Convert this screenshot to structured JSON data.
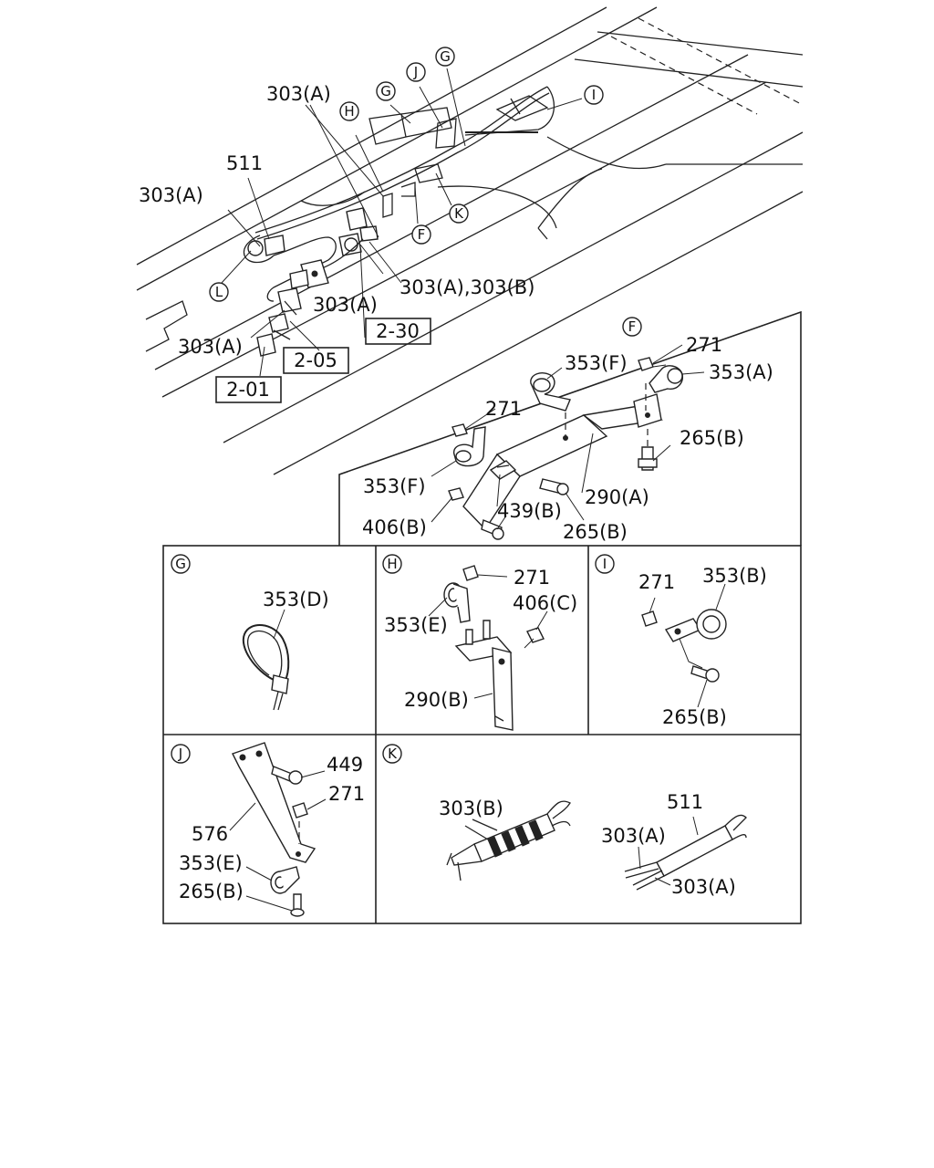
{
  "main": {
    "labels": {
      "n303a_top": "303(A)",
      "n511": "511",
      "n303a_left": "303(A)",
      "n303a_mid": "303(A)",
      "n303a_303b": "303(A),303(B)",
      "n303a_bottom": "303(A)"
    },
    "callouts": {
      "G": "G",
      "J": "J",
      "G2": "G",
      "I": "I",
      "H": "H",
      "K": "K",
      "F": "F",
      "L": "L"
    },
    "refs": {
      "r230": "2-30",
      "r205": "2-05",
      "r201": "2-01"
    }
  },
  "panel_f": {
    "tag": "F",
    "labels": {
      "n271_top": "271",
      "n353a": "353(A)",
      "n353f_top": "353(F)",
      "n271_mid": "271",
      "n265b_right": "265(B)",
      "n353f_left": "353(F)",
      "n290a": "290(A)",
      "n439b": "439(B)",
      "n406b": "406(B)",
      "n265b_bottom": "265(B)"
    }
  },
  "panel_g": {
    "tag": "G",
    "labels": {
      "n353d": "353(D)"
    }
  },
  "panel_h": {
    "tag": "H",
    "labels": {
      "n271": "271",
      "n406c": "406(C)",
      "n353e": "353(E)",
      "n290b": "290(B)"
    }
  },
  "panel_i": {
    "tag": "I",
    "labels": {
      "n271": "271",
      "n353b": "353(B)",
      "n265b": "265(B)"
    }
  },
  "panel_j": {
    "tag": "J",
    "labels": {
      "n449": "449",
      "n271": "271",
      "n576": "576",
      "n353e": "353(E)",
      "n265b": "265(B)"
    }
  },
  "panel_k": {
    "tag": "K",
    "labels": {
      "n303b": "303(B)",
      "n511": "511",
      "n303a_top": "303(A)",
      "n303a_bottom": "303(A)"
    }
  }
}
